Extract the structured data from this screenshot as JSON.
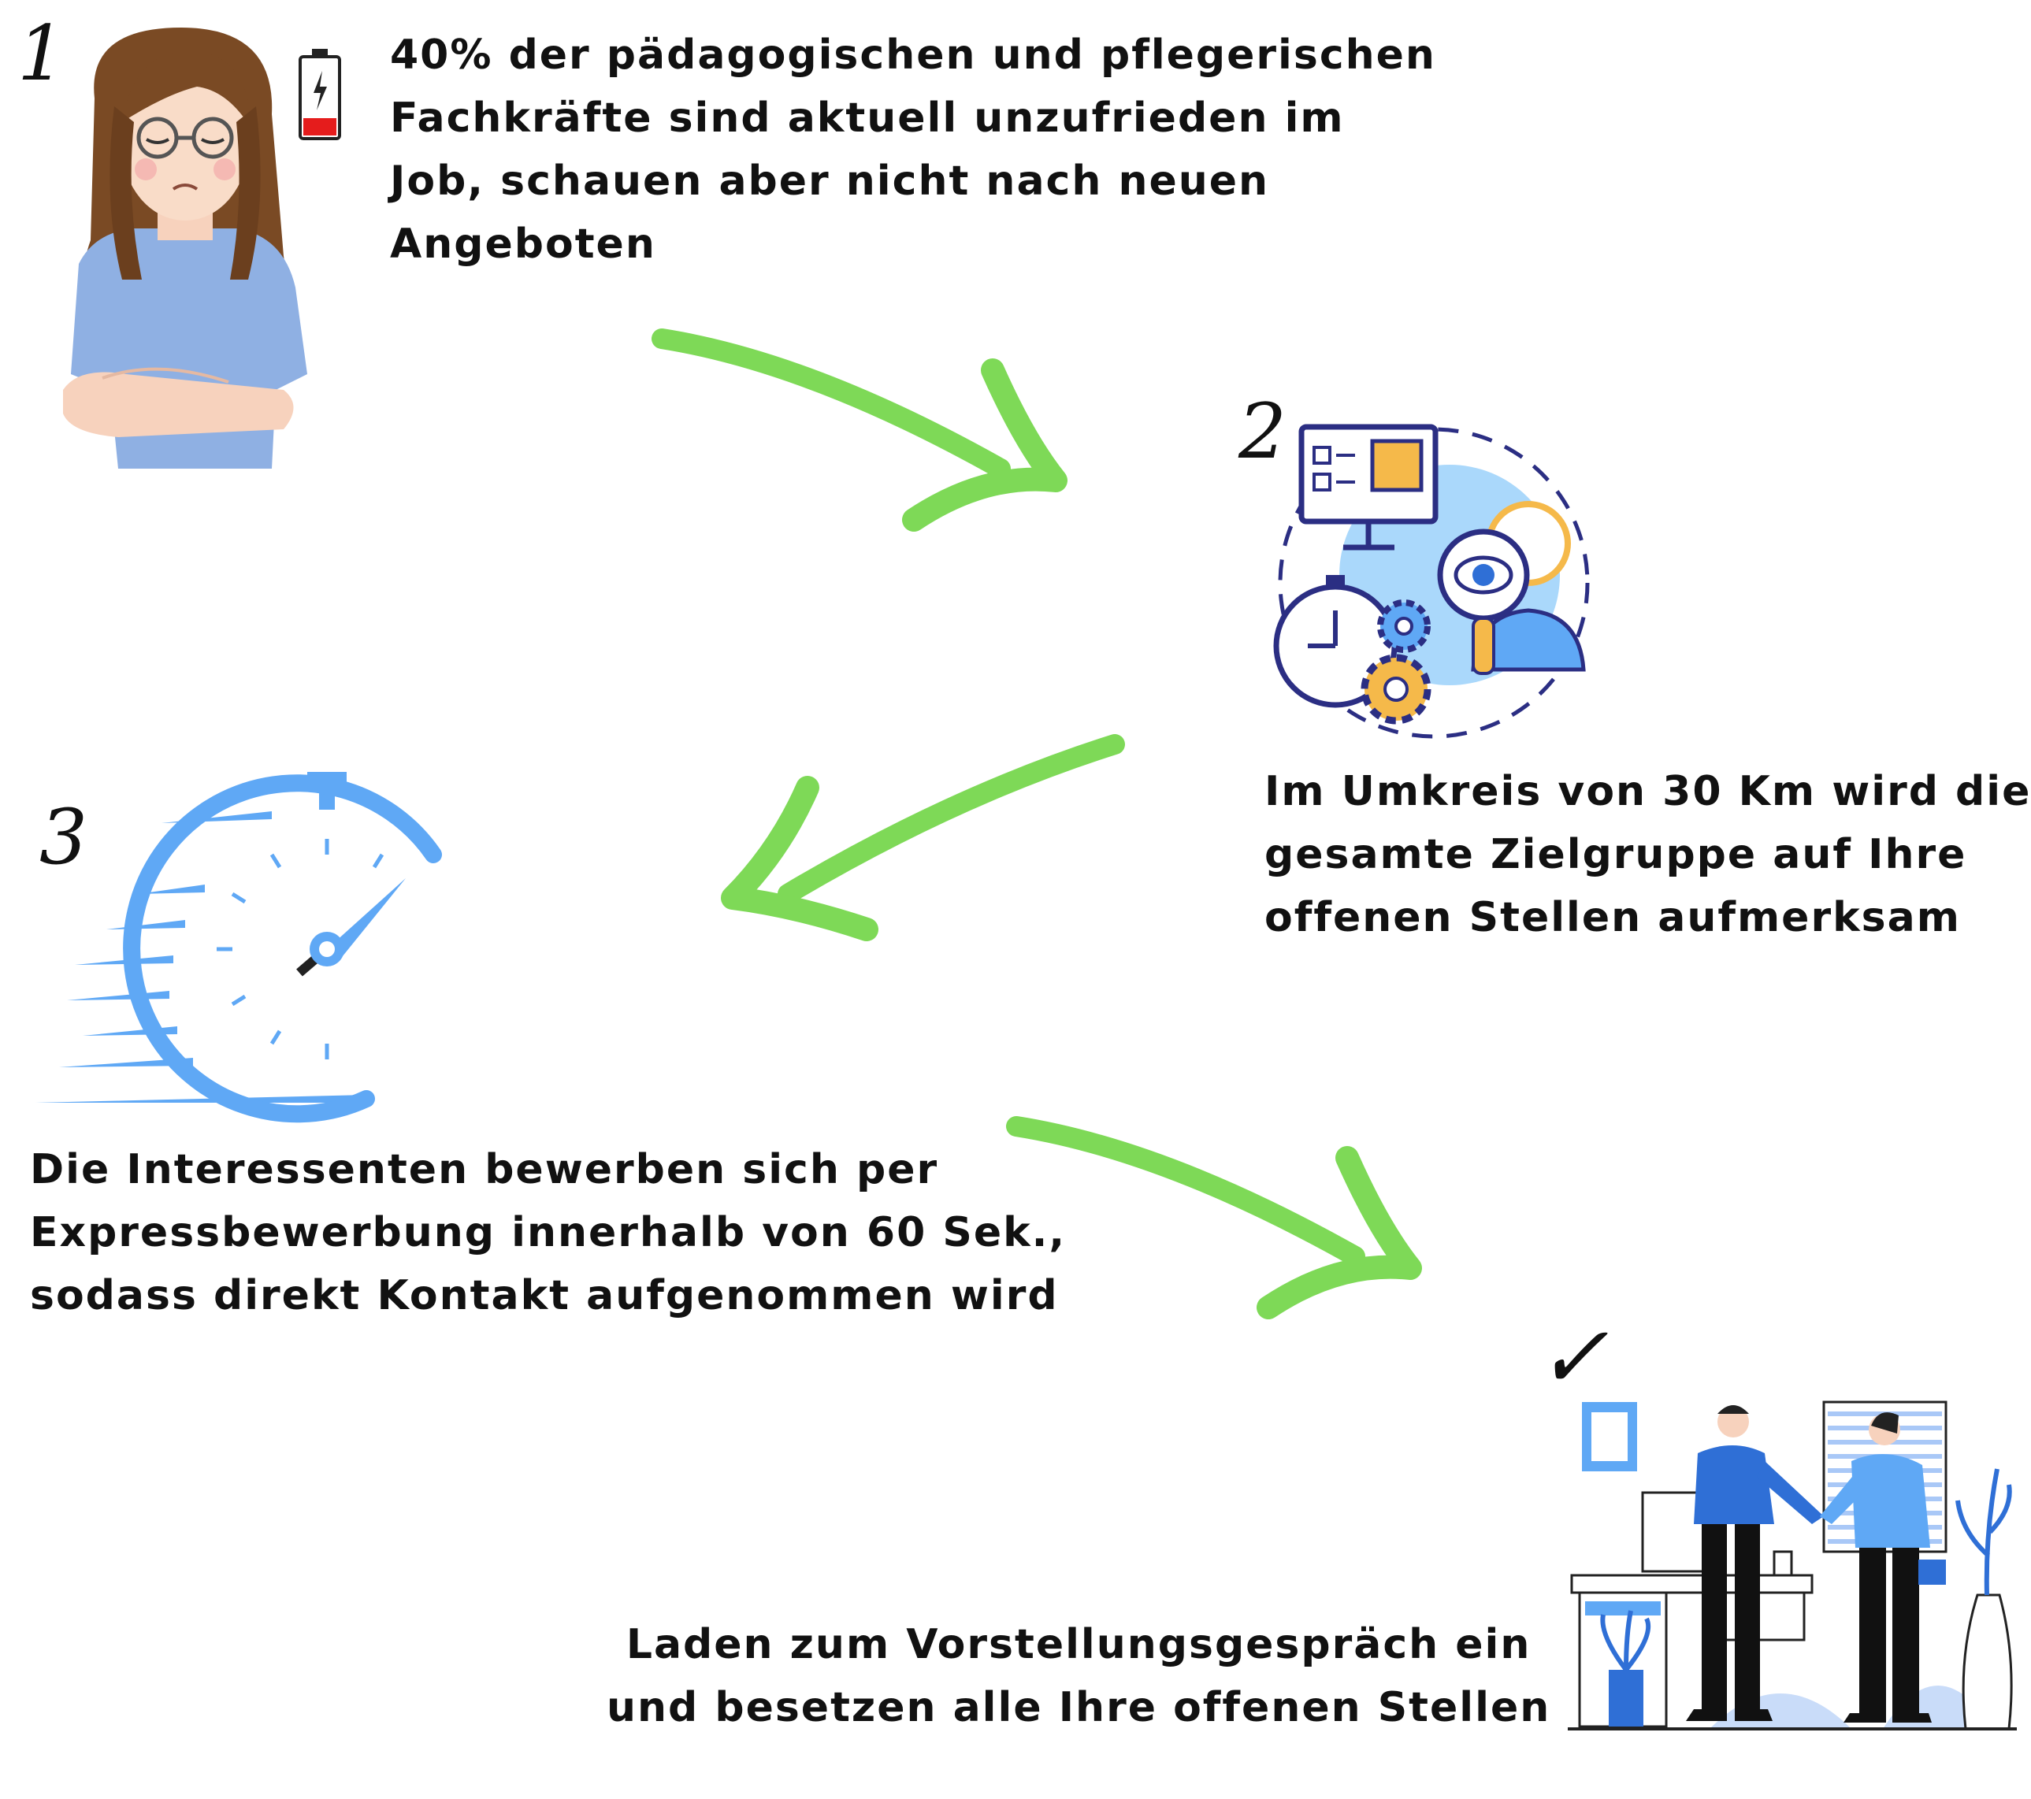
{
  "colors": {
    "arrow": "#7ed957",
    "accent_blue": "#5fa8f5",
    "icon_blue": "#2f6fd6",
    "icon_orange": "#f5b94a",
    "text": "#111111"
  },
  "steps": [
    {
      "number": "1",
      "lines": [
        "40% der pädagogischen und pflegerischen",
        "Fachkräfte sind aktuell unzufrieden im",
        "Job, schauen aber nicht nach neuen",
        "Angeboten"
      ],
      "icons": [
        "unhappy-woman-icon",
        "low-battery-icon"
      ]
    },
    {
      "number": "2",
      "lines": [
        "Im Umkreis von 30 Km wird die",
        "gesamte Zielgruppe auf Ihre",
        "offenen Stellen aufmerksam"
      ],
      "icons": [
        "targeting-search-icon"
      ]
    },
    {
      "number": "3",
      "lines": [
        "Die Interessenten bewerben sich per",
        "Expressbewerbung innerhalb von 60 Sek.,",
        "sodass direkt Kontakt aufgenommen wird"
      ],
      "icons": [
        "fast-stopwatch-icon"
      ]
    },
    {
      "number": "✓",
      "lines": [
        "Laden zum Vorstellungsgespräch ein",
        "und besetzen alle Ihre offenen Stellen"
      ],
      "icons": [
        "handshake-interview-icon"
      ]
    }
  ]
}
